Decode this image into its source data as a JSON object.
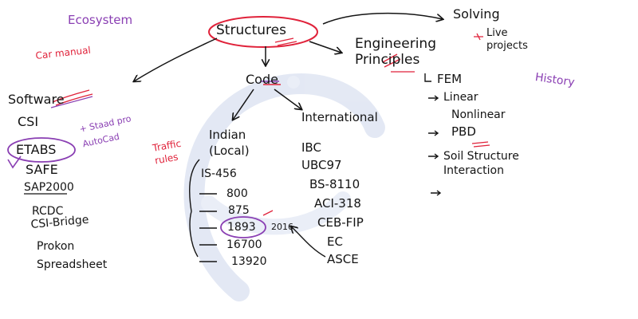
{
  "colors": {
    "black": "#141414",
    "purple": "#8a3fb3",
    "red": "#e0223a",
    "watermark": "#c9d3ea"
  },
  "watermark": {
    "icon": "circular-logo-watermark"
  },
  "center": {
    "label": "Structures"
  },
  "annotations": {
    "ecosystem": "Ecosystem",
    "car_manual": "Car manual",
    "traffic_rules": "Traffic rules",
    "history": "History",
    "staad_pro_autocad": "+ Staad pro AutoCad"
  },
  "software": {
    "title": "Software",
    "items": [
      "CSI",
      "ETABS",
      "SAFE",
      "SAP2000",
      "RCDC",
      "CSI-Bridge",
      "Prokon",
      "Spreadsheet"
    ]
  },
  "code": {
    "title": "Code",
    "indian": {
      "title": "Indian (Local)",
      "items": [
        "IS-456",
        "800",
        "875",
        "1893",
        "16700",
        "13920"
      ],
      "note_1893": "2016"
    },
    "international": {
      "title": "International",
      "items": [
        "IBC",
        "UBC97",
        "BS-8110",
        "ACI-318",
        "CEB-FIP",
        "EC",
        "ASCE"
      ]
    }
  },
  "engineering": {
    "title": "Engineering Principles",
    "items": [
      "FEM",
      "Linear",
      "Nonlinear",
      "PBD",
      "Soil Structure Interaction"
    ]
  },
  "solving": {
    "title": "Solving",
    "sub": "Live projects"
  }
}
